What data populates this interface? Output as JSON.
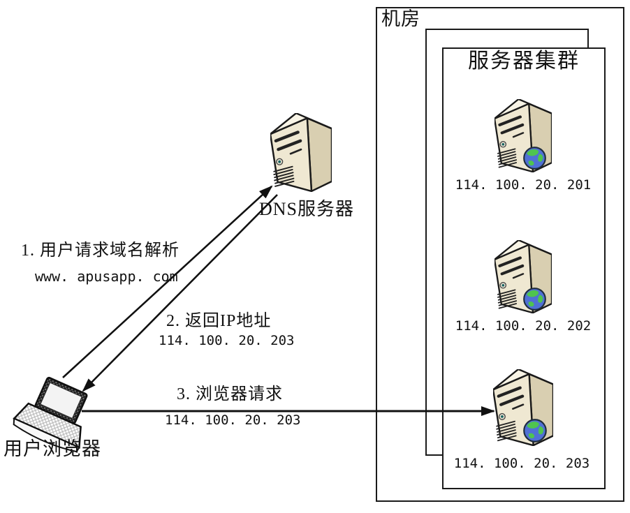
{
  "palette": {
    "outline": "#1a1a1a",
    "server_front": "#efe8d2",
    "server_side": "#d9cfb1",
    "server_top": "#f8f4e6",
    "globe_ocean": "#5070d5",
    "globe_land": "#4fc44f",
    "laptop_screen": "#f3f3f3"
  },
  "datacenter": {
    "label": "机房",
    "cluster": {
      "title": "服务器集群",
      "servers": [
        {
          "ip": "114. 100. 20. 201"
        },
        {
          "ip": "114. 100. 20. 202"
        },
        {
          "ip": "114. 100. 20. 203"
        }
      ]
    }
  },
  "dns": {
    "label": "DNS服务器"
  },
  "client": {
    "label": "用户浏览器"
  },
  "steps": [
    {
      "label": "1. 用户请求域名解析",
      "detail": "www. apusapp. com"
    },
    {
      "label": "2. 返回IP地址",
      "detail": "114. 100. 20. 203"
    },
    {
      "label": "3. 浏览器请求",
      "detail": "114. 100. 20. 203"
    }
  ]
}
